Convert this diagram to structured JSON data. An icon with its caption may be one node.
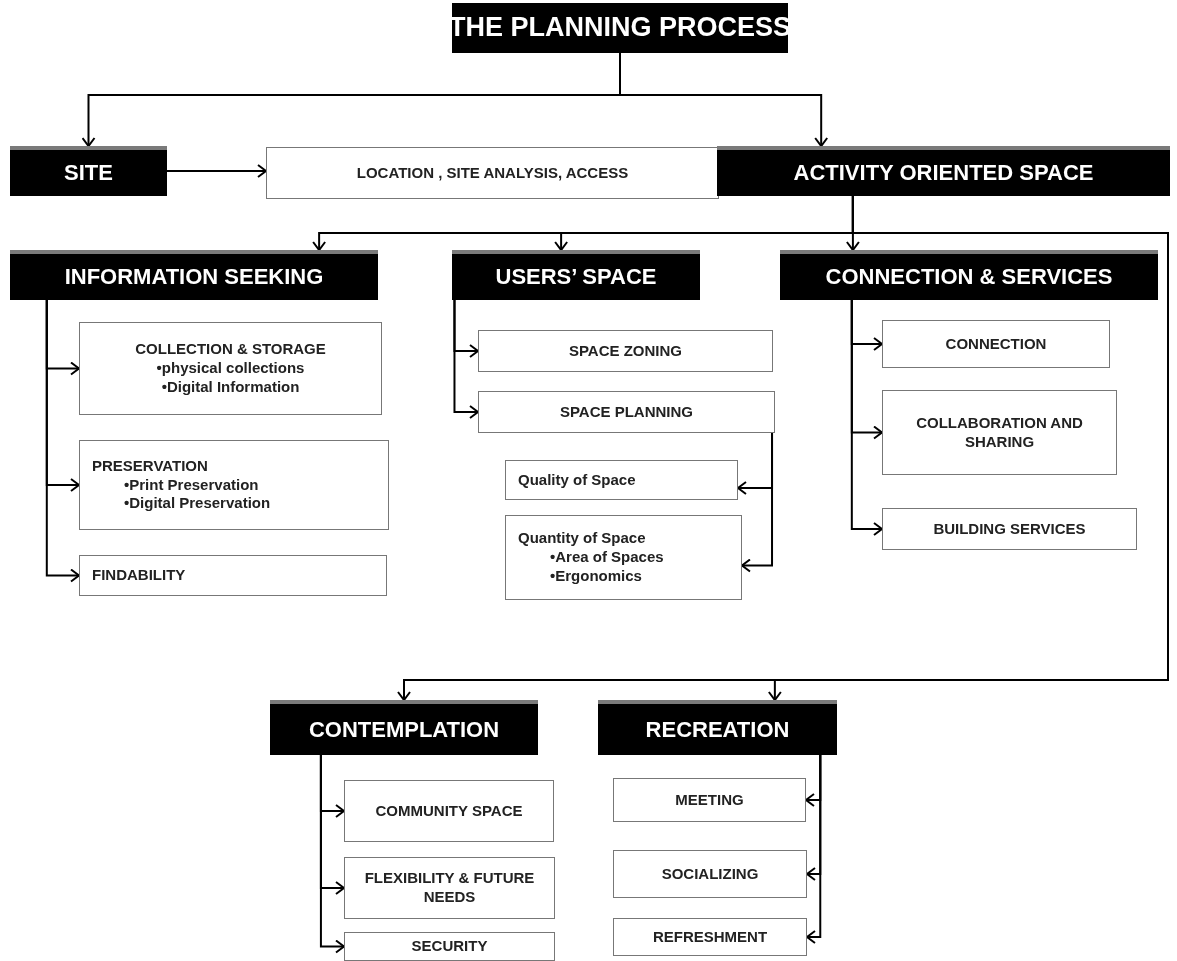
{
  "diagram": {
    "nodes": [
      {
        "text": [
          "THE PLANNING PROCESS"
        ]
      },
      {
        "text": [
          "SITE"
        ]
      },
      {
        "text": [
          "LOCATION , SITE ANALYSIS,  ACCESS"
        ]
      },
      {
        "text": [
          "ACTIVITY ORIENTED SPACE"
        ]
      },
      {
        "text": [
          "INFORMATION SEEKING"
        ]
      },
      {
        "text": [
          "USERS’ SPACE"
        ]
      },
      {
        "text": [
          "CONNECTION & SERVICES"
        ]
      },
      {
        "text": [
          "COLLECTION & STORAGE",
          "•physical collections",
          "•Digital Information"
        ]
      },
      {
        "text": [
          "PRESERVATION",
          "•Print Preservation",
          "•Digital Preservation"
        ]
      },
      {
        "text": [
          "FINDABILITY"
        ]
      },
      {
        "text": [
          "SPACE ZONING"
        ]
      },
      {
        "text": [
          "SPACE PLANNING"
        ]
      },
      {
        "text": [
          "Quality of Space"
        ]
      },
      {
        "text": [
          "Quantity of Space",
          "•Area of Spaces",
          "•Ergonomics"
        ]
      },
      {
        "text": [
          "CONNECTION"
        ]
      },
      {
        "text": [
          "COLLABORATION AND SHARING"
        ]
      },
      {
        "text": [
          "BUILDING SERVICES"
        ]
      },
      {
        "text": [
          "CONTEMPLATION"
        ]
      },
      {
        "text": [
          "RECREATION"
        ]
      },
      {
        "text": [
          "COMMUNITY SPACE"
        ]
      },
      {
        "text": [
          "FLEXIBILITY & FUTURE NEEDS"
        ]
      },
      {
        "text": [
          "SECURITY"
        ]
      },
      {
        "text": [
          "MEETING"
        ]
      },
      {
        "text": [
          "SOCIALIZING"
        ]
      },
      {
        "text": [
          "REFRESHMENT"
        ]
      }
    ],
    "edges": [
      {
        "from": 0,
        "to": 1,
        "arrow": "to"
      },
      {
        "from": 0,
        "to": 3,
        "arrow": "to"
      },
      {
        "from": 1,
        "to": 2,
        "arrow": "to"
      },
      {
        "from": 3,
        "to": 4,
        "arrow": "to"
      },
      {
        "from": 3,
        "to": 5,
        "arrow": "to"
      },
      {
        "from": 3,
        "to": 6,
        "arrow": "to"
      },
      {
        "from": 3,
        "to": 17,
        "arrow": "to"
      },
      {
        "from": 3,
        "to": 18,
        "arrow": "to"
      },
      {
        "from": 4,
        "to": 7,
        "arrow": "to"
      },
      {
        "from": 4,
        "to": 8,
        "arrow": "to"
      },
      {
        "from": 4,
        "to": 9,
        "arrow": "to"
      },
      {
        "from": 5,
        "to": 10,
        "arrow": "to"
      },
      {
        "from": 5,
        "to": 11,
        "arrow": "to"
      },
      {
        "from": 11,
        "to": 12,
        "arrow": "to"
      },
      {
        "from": 11,
        "to": 13,
        "arrow": "to"
      },
      {
        "from": 6,
        "to": 14,
        "arrow": "to"
      },
      {
        "from": 6,
        "to": 15,
        "arrow": "to"
      },
      {
        "from": 6,
        "to": 16,
        "arrow": "to"
      },
      {
        "from": 17,
        "to": 19,
        "arrow": "to"
      },
      {
        "from": 17,
        "to": 20,
        "arrow": "to"
      },
      {
        "from": 17,
        "to": 21,
        "arrow": "to"
      },
      {
        "from": 18,
        "to": 22,
        "arrow": "to"
      },
      {
        "from": 18,
        "to": 23,
        "arrow": "to"
      },
      {
        "from": 18,
        "to": 24,
        "arrow": "to"
      }
    ]
  }
}
